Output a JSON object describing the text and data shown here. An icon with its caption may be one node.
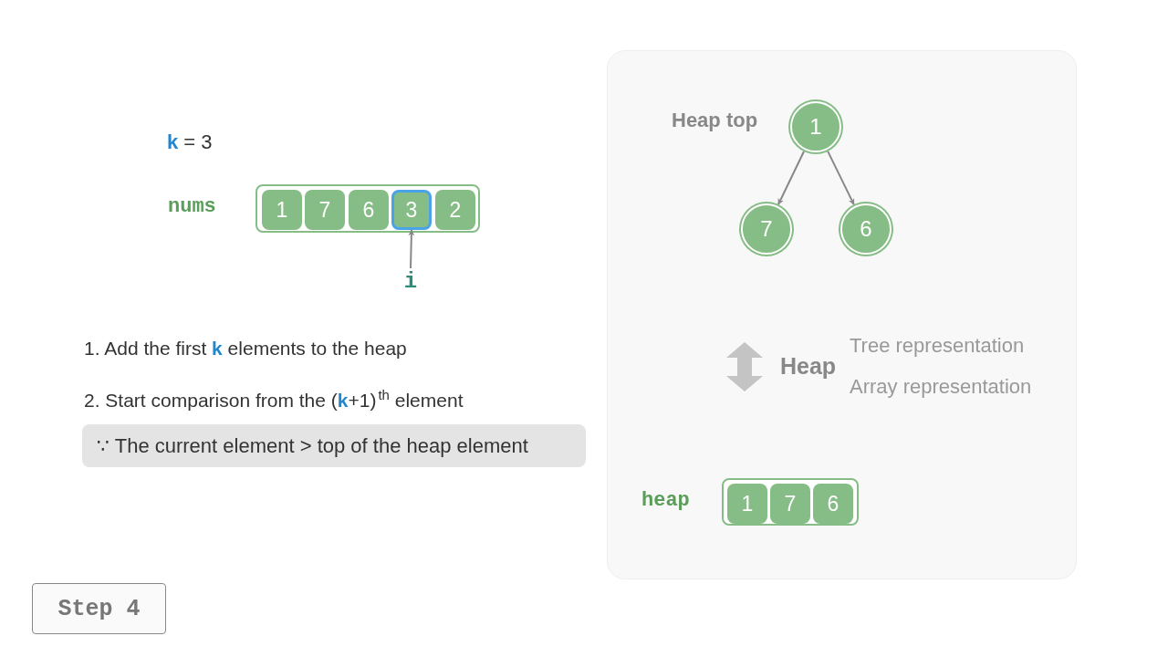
{
  "diagram": {
    "nodes": [
      {
        "text": [],
        "shape": "box"
      },
      {
        "text": [
          "1"
        ],
        "in": 0,
        "beside": [
          "Heap top"
        ]
      },
      {
        "text": [
          "7"
        ],
        "in": 0
      },
      {
        "text": [
          "6"
        ],
        "in": 0
      },
      {
        "text": [],
        "shape": "box",
        "in": 0
      },
      {
        "text": [
          "1"
        ],
        "in": 4
      },
      {
        "text": [
          "7"
        ],
        "in": 4
      },
      {
        "text": [
          "6"
        ],
        "in": 4
      },
      {
        "text": [],
        "shape": "box"
      },
      {
        "text": [
          "1"
        ],
        "in": 8
      },
      {
        "text": [
          "7"
        ],
        "in": 8
      },
      {
        "text": [
          "6"
        ],
        "in": 8
      },
      {
        "text": [
          "3"
        ],
        "in": 8
      },
      {
        "text": [
          "2"
        ],
        "in": 8
      },
      {
        "text": [
          "i"
        ]
      },
      {
        "text": [
          "∵ The current element > top of the heap element"
        ]
      },
      {
        "text": [
          "Step 4"
        ]
      }
    ],
    "edges": [
      {
        "from": 1,
        "to": 2,
        "arrow": "to"
      },
      {
        "from": 1,
        "to": 3,
        "arrow": "to"
      },
      {
        "from": 14,
        "to": 12,
        "arrow": "to"
      }
    ],
    "labels": [
      "**k** = 3",
      "nums",
      "1. Add the first **k** elements to the heap",
      "2. Start comparison from the (**k**+1)$^{th}$ element",
      "Heap",
      "Tree representation",
      "Array representation",
      "heap"
    ]
  }
}
